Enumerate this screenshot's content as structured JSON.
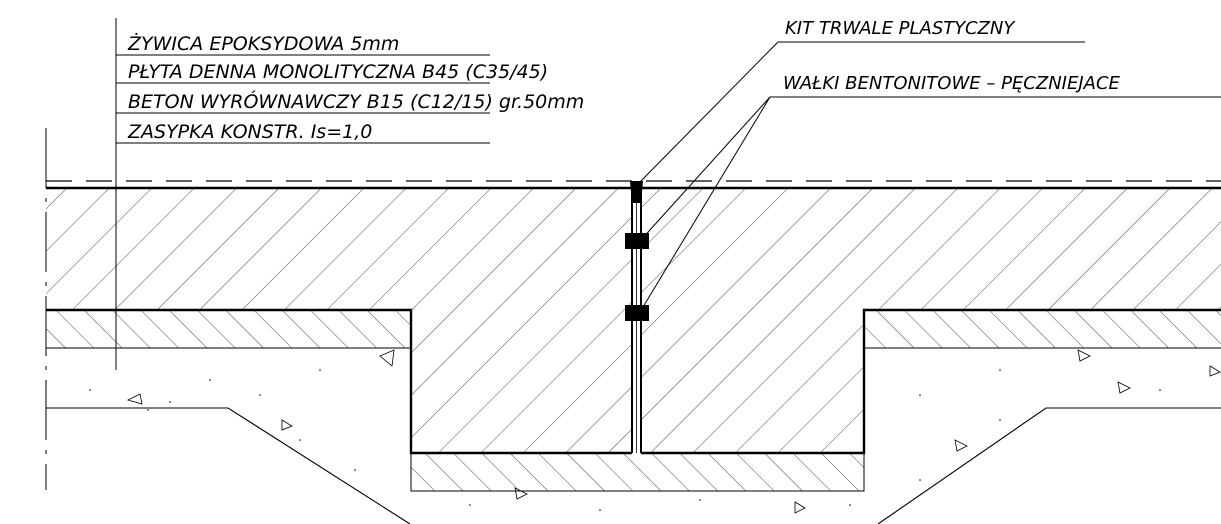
{
  "layers": [
    {
      "text": "ŻYWICA EPOKSYDOWA 5mm"
    },
    {
      "text": "PŁYTA DENNA MONOLITYCZNA B45 (C35/45)"
    },
    {
      "text": "BETON WYRÓWNAWCZY B15 (C12/15) gr.50mm"
    },
    {
      "text": "ZASYPKA KONSTR. Is=1,0"
    }
  ],
  "callouts": {
    "sealant": "KIT TRWALE PLASTYCZNY",
    "waterstop": "WAŁKI BENTONITOWE – PĘCZNIEJACE"
  },
  "colors": {
    "line": "#000000",
    "background": "#ffffff"
  }
}
